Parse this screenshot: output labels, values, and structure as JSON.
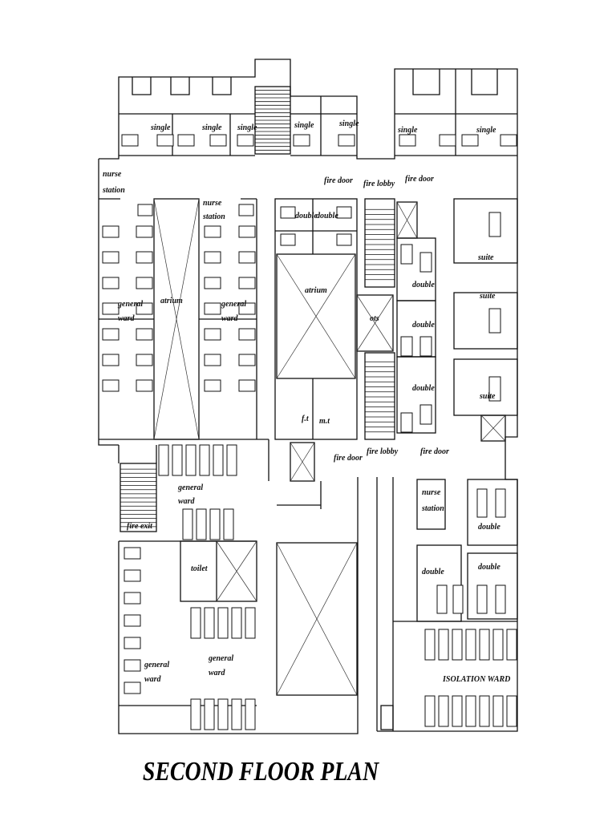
{
  "title": "SECOND FLOOR PLAN",
  "rooms": {
    "single_1": "single",
    "single_2": "single",
    "single_3": "single",
    "single_4": "single",
    "single_5": "single",
    "single_6": "single",
    "single_7": "single",
    "nurse_station_1a": "nurse",
    "nurse_station_1b": "station",
    "nurse_station_2a": "nurse",
    "nurse_station_2b": "station",
    "nurse_station_3a": "nurse",
    "nurse_station_3b": "station",
    "fire_door_1": "fire door",
    "fire_door_2": "fire door",
    "fire_door_3": "fire door",
    "fire_door_4": "fire door",
    "fire_lobby_1": "fire lobby",
    "fire_lobby_2": "fire lobby",
    "double_1": "double",
    "double_2": "double",
    "double_3": "double",
    "double_4": "double",
    "double_5": "double",
    "double_6": "double",
    "double_7": "double",
    "double_8": "double",
    "suite_1": "suite",
    "suite_2": "suite",
    "suite_3": "suite",
    "atrium_1": "atrium",
    "atrium_2": "atrium",
    "ots": "ots",
    "general_ward_1a": "general",
    "general_ward_1b": "ward",
    "general_ward_2a": "general",
    "general_ward_2b": "ward",
    "general_ward_3a": "general",
    "general_ward_3b": "ward",
    "general_ward_4a": "general",
    "general_ward_4b": "ward",
    "general_ward_5a": "general",
    "general_ward_5b": "ward",
    "ft": "f.t",
    "mt": "m.t",
    "fire_exit": "fire exit",
    "toilet": "toilet",
    "isolation_ward": "ISOLATION WARD"
  }
}
